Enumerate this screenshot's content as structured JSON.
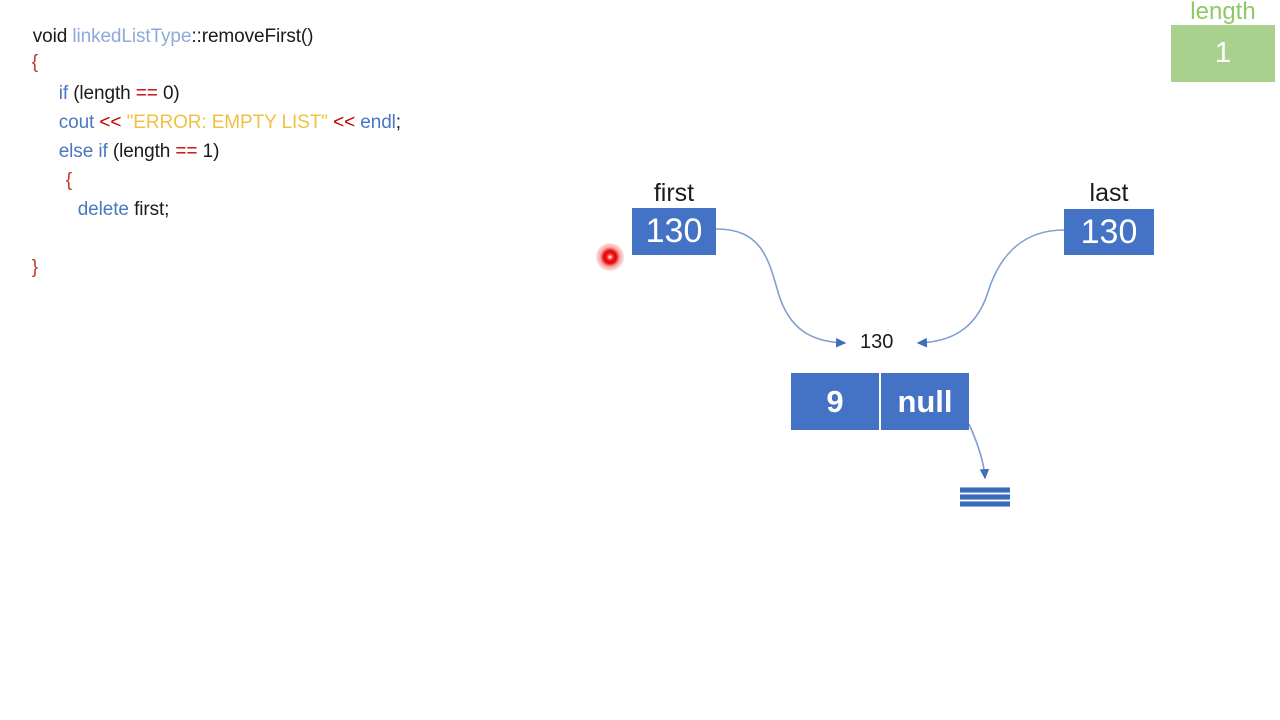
{
  "slide": {
    "background_color": "#ffffff",
    "accent_blue": "#4472c4",
    "accent_green": "#a9d18e",
    "code_string_color": "#f0c040",
    "code_operator_color": "#c00000"
  },
  "code": {
    "lines": [
      {
        "id": "signature",
        "tokens": [
          {
            "text": "void ",
            "cls": "tok-plain"
          },
          {
            "text": "linkedListType",
            "cls": "tok-type"
          },
          {
            "text": "::removeFirst()",
            "cls": "tok-plain"
          }
        ]
      },
      {
        "id": "open-brace",
        "tokens": [
          {
            "text": "{",
            "cls": "tok-brace"
          }
        ]
      },
      {
        "id": "if-length-zero",
        "tokens": [
          {
            "text": "if ",
            "cls": "tok-kw"
          },
          {
            "text": "(length ",
            "cls": "tok-plain"
          },
          {
            "text": "==",
            "cls": "tok-op"
          },
          {
            "text": " 0)",
            "cls": "tok-plain"
          }
        ]
      },
      {
        "id": "cout-error",
        "tokens": [
          {
            "text": "cout ",
            "cls": "tok-kw"
          },
          {
            "text": "<<",
            "cls": "tok-op"
          },
          {
            "text": " ",
            "cls": "tok-plain"
          },
          {
            "text": "\"ERROR: EMPTY LIST\"",
            "cls": "tok-str"
          },
          {
            "text": " ",
            "cls": "tok-plain"
          },
          {
            "text": "<<",
            "cls": "tok-op"
          },
          {
            "text": " endl",
            "cls": "tok-kw"
          },
          {
            "text": ";",
            "cls": "tok-plain"
          }
        ]
      },
      {
        "id": "else-if-length-one",
        "tokens": [
          {
            "text": "else if ",
            "cls": "tok-kw"
          },
          {
            "text": "(length ",
            "cls": "tok-plain"
          },
          {
            "text": "==",
            "cls": "tok-op"
          },
          {
            "text": " 1)",
            "cls": "tok-plain"
          }
        ]
      },
      {
        "id": "inner-open-brace",
        "tokens": [
          {
            "text": "{",
            "cls": "tok-brace"
          }
        ]
      },
      {
        "id": "delete-first",
        "tokens": [
          {
            "text": "delete ",
            "cls": "tok-kw"
          },
          {
            "text": "first;",
            "cls": "tok-plain"
          }
        ]
      },
      {
        "id": "close-brace",
        "tokens": [
          {
            "text": "}",
            "cls": "tok-brace"
          }
        ]
      }
    ]
  },
  "length_badge": {
    "caption": "length",
    "value": "1",
    "caption_color": "#8fc866",
    "box_color": "#a9d18e"
  },
  "diagram": {
    "first_pointer": {
      "label": "first",
      "value": "130"
    },
    "last_pointer": {
      "label": "last",
      "value": "130"
    },
    "node_address_label": "130",
    "node": {
      "data": "9",
      "next": "null"
    },
    "ground_symbol": "ground-null-terminator",
    "cursor": "laser-pointer-dot"
  }
}
